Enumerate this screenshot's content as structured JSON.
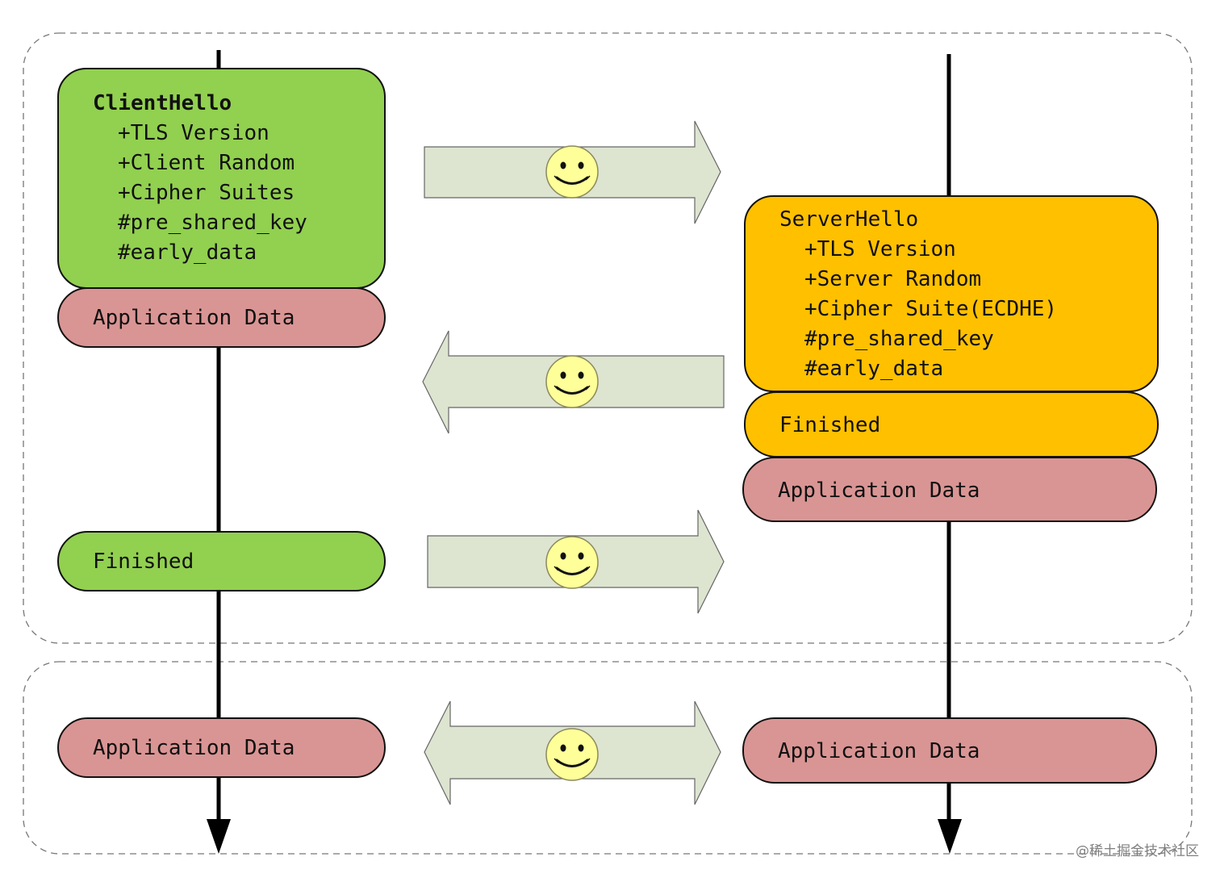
{
  "client": {
    "hello": {
      "title": "ClientHello",
      "fields": [
        "+TLS Version",
        "+Client Random",
        "+Cipher Suites",
        "#pre_shared_key",
        "#early_data"
      ]
    },
    "early_app_data": "Application Data",
    "finished": "Finished",
    "app_data": "Application Data"
  },
  "server": {
    "hello": {
      "title": "ServerHello",
      "fields": [
        "+TLS Version",
        "+Server Random",
        "+Cipher Suite(ECDHE)",
        "#pre_shared_key",
        "#early_data"
      ]
    },
    "finished": "Finished",
    "app_data_1": "Application Data",
    "app_data_2": "Application Data"
  },
  "colors": {
    "client_green": "#92d050",
    "server_orange": "#ffc000",
    "app_data_pink": "#d99594",
    "arrow_fill": "#dde4d0",
    "smiley_fill": "#ffff99"
  },
  "icons": [
    "smiley-icon"
  ],
  "watermark": "@稀土掘金技术社区"
}
